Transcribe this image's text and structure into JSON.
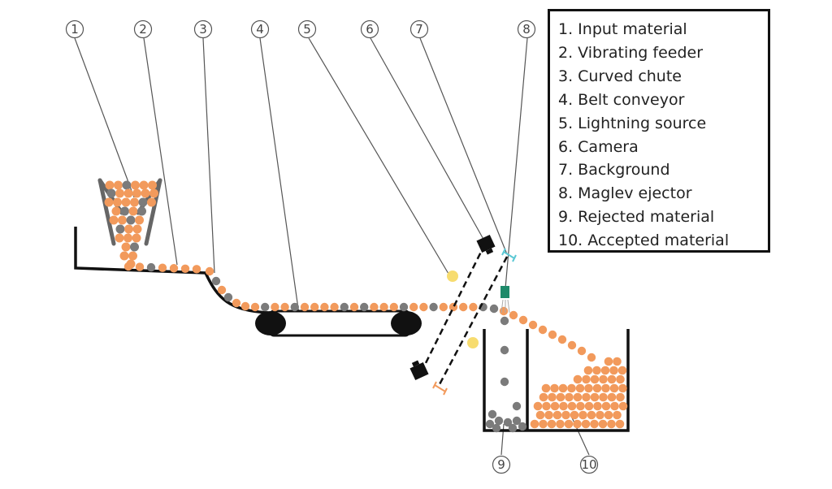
{
  "legend": {
    "items": [
      "1. Input material",
      "2. Vibrating feeder",
      "3. Curved chute",
      "4. Belt conveyor",
      "5. Lightning source",
      "6. Camera",
      "7. Background",
      "8. Maglev ejector",
      "9. Rejected material",
      "10. Accepted material"
    ]
  },
  "callouts": [
    "1",
    "2",
    "3",
    "4",
    "5",
    "6",
    "7",
    "8",
    "9",
    "10"
  ],
  "colors": {
    "accepted": "#f29a5c",
    "rejected": "#7b7b7b",
    "light": "#f7dc6f",
    "background": "#5bc8d4",
    "ejector": "#1e8a6a",
    "ink": "#111111",
    "leader": "#555555"
  }
}
